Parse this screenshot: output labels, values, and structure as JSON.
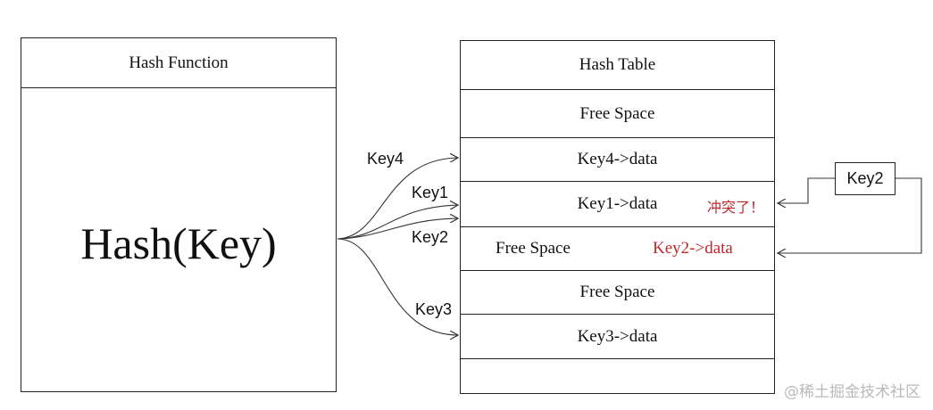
{
  "hash_function": {
    "title": "Hash Function",
    "formula": "Hash(Key)"
  },
  "hash_table": {
    "title": "Hash Table",
    "rows": [
      "Free Space",
      "Key4->data",
      "Key1->data",
      "Free Space",
      "Free Space",
      "Key3->data",
      ""
    ],
    "relocated_entry": "Key2->data"
  },
  "arrows": {
    "key4": "Key4",
    "key1": "Key1",
    "key2": "Key2",
    "key3": "Key3"
  },
  "collision": {
    "note": "冲突了！",
    "incoming_key": "Key2"
  },
  "colors": {
    "line": "#222222",
    "collision_red": "#c0282c"
  },
  "watermark": "@稀土掘金技术社区"
}
